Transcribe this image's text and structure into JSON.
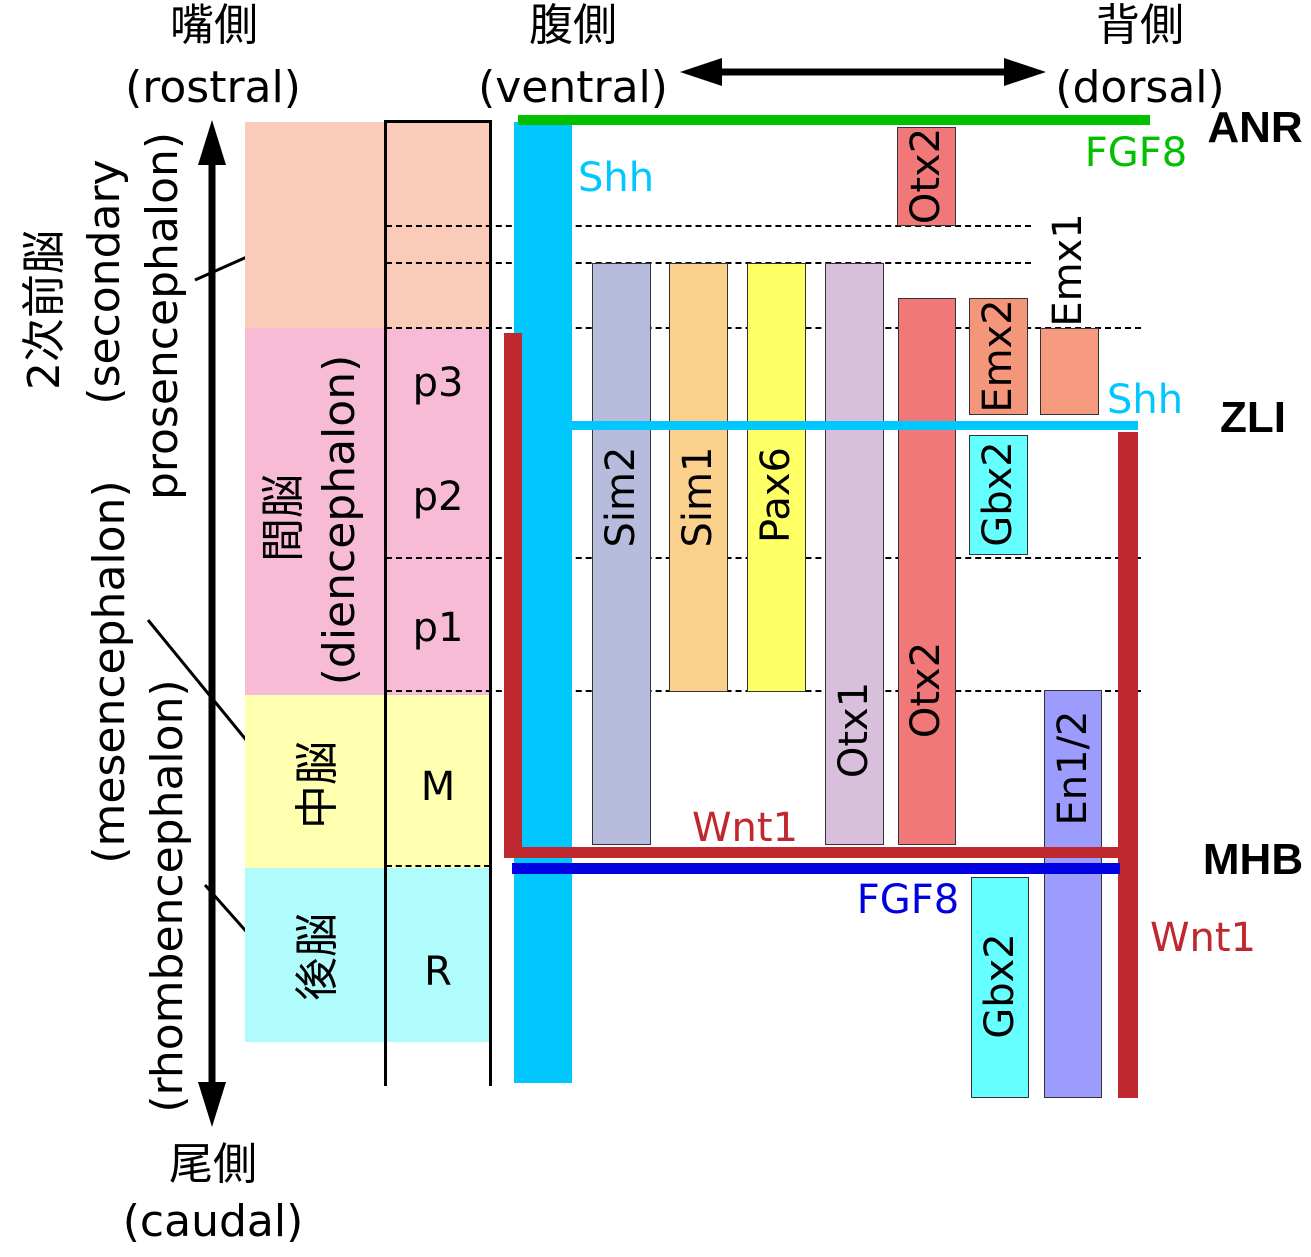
{
  "axis": {
    "rostral_jp": "嘴側",
    "rostral_en": "(rostral)",
    "caudal_jp": "尾側",
    "caudal_en": "(caudal)",
    "ventral_jp": "腹側",
    "ventral_en": "(ventral)",
    "dorsal_jp": "背側",
    "dorsal_en": "(dorsal)"
  },
  "regions": {
    "secondary_jp": "2次前脳",
    "secondary_en1": "(secondary",
    "secondary_en2": "prosencephalon)",
    "mesencephalon": "(mesencephalon)",
    "rhombencephalon": "(rhombencephalon)",
    "diencephalon_jp": "間脳",
    "diencephalon_en": "(diencephalon)",
    "midbrain_jp": "中脳",
    "hindbrain_jp": "後脳"
  },
  "segments": [
    "p3",
    "p2",
    "p1",
    "M",
    "R"
  ],
  "boundaries": {
    "anr": "ANR",
    "zli": "ZLI",
    "mhb": "MHB"
  },
  "signals": {
    "fgf8_top": "FGF8",
    "shh_ventral": "Shh",
    "shh_zli": "Shh",
    "wnt1_mid": "Wnt1",
    "wnt1_right": "Wnt1",
    "fgf8_mhb": "FGF8"
  },
  "genes": {
    "otx2_top": "Otx2",
    "sim2": "Sim2",
    "sim1": "Sim1",
    "pax6": "Pax6",
    "otx1": "Otx1",
    "otx2": "Otx2",
    "emx2": "Emx2",
    "emx1": "Emx1",
    "gbx2_upper": "Gbx2",
    "en12": "En1/2",
    "gbx2_lower": "Gbx2"
  },
  "colors": {
    "green": "#00c000",
    "cyan": "#00c8ff",
    "red": "#c0282f",
    "blue": "#0000e0"
  }
}
